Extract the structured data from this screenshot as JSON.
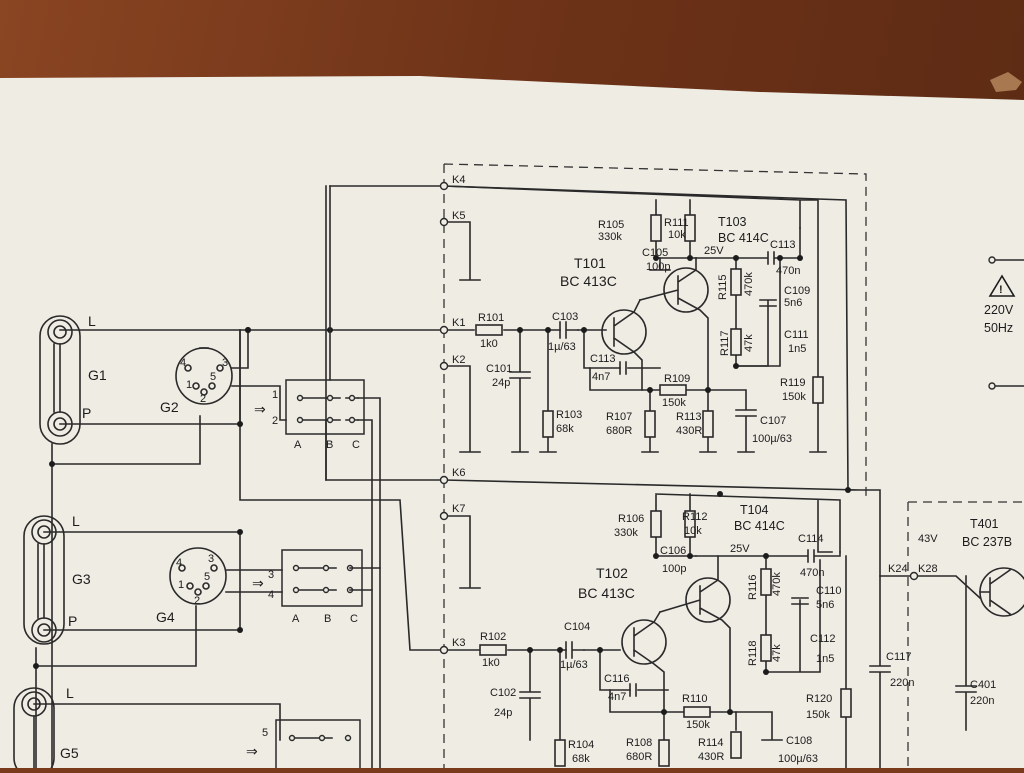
{
  "labels": {
    "K4": "K4",
    "K5": "K5",
    "K1": "K1",
    "K2": "K2",
    "K6": "K6",
    "K7": "K7",
    "K3": "K3",
    "K24": "K24",
    "K28": "K28",
    "R101": "R101",
    "R101v": "1k0",
    "C103": "C103",
    "C103v": "1µ/63",
    "C101": "C101",
    "C101v": "24p",
    "R103": "R103",
    "R103v": "68k",
    "C113": "C113",
    "C113v": "4n7",
    "R109": "R109",
    "R109v": "150k",
    "R107": "R107",
    "R107v": "680R",
    "R113": "R113",
    "R113v": "430R",
    "C107": "C107",
    "C107v": "100µ/63",
    "R105": "R105",
    "R105v": "330k",
    "R111": "R111",
    "R111v": "10k",
    "T103": "T103",
    "T103t": "BC 414C",
    "v25a": "25V",
    "C105": "C105",
    "C105v": "100p",
    "C113b": "C113",
    "C113bv": "470n",
    "R115": "R115",
    "R115v": "470k",
    "C109": "C109",
    "C109v": "5n6",
    "R117": "R117",
    "R117v": "47k",
    "C111": "C111",
    "C111v": "1n5",
    "R119": "R119",
    "R119v": "150k",
    "T101": "T101",
    "T101t": "BC 413C",
    "R102": "R102",
    "R102v": "1k0",
    "C104": "C104",
    "C104v": "1µ/63",
    "C102": "C102",
    "C102v": "24p",
    "R104": "R104",
    "R104v": "68k",
    "C116": "C116",
    "C116v": "4n7",
    "R110": "R110",
    "R110v": "150k",
    "R108": "R108",
    "R108v": "680R",
    "R114": "R114",
    "R114v": "430R",
    "C108": "C108",
    "C108v": "100µ/63",
    "R106": "R106",
    "R106v": "330k",
    "R112": "R112",
    "R112v": "10k",
    "T104": "T104",
    "T104t": "BC 414C",
    "v25b": "25V",
    "C106": "C106",
    "C106v": "100p",
    "C114": "C114",
    "C114v": "470n",
    "R116": "R116",
    "R116v": "470k",
    "C110": "C110",
    "C110v": "5n6",
    "R118": "R118",
    "R118v": "47k",
    "C112": "C112",
    "C112v": "1n5",
    "R120": "R120",
    "R120v": "150k",
    "T102": "T102",
    "T102t": "BC 413C",
    "G1": "G1",
    "G2": "G2",
    "G3": "G3",
    "G4": "G4",
    "G5": "G5",
    "L1": "L",
    "P1": "P",
    "L3": "L",
    "P3": "P",
    "L5": "L",
    "G2p1": "1",
    "G2p2": "2",
    "G2p3": "3",
    "G2p4": "4",
    "G2p5": "5",
    "G4p1": "1",
    "G4p2": "2",
    "G4p3": "3",
    "G4p4": "4",
    "G4p5": "5",
    "S1n1": "1",
    "S1n2": "2",
    "S1A": "A",
    "S1B": "B",
    "S1C": "C",
    "S2n1": "3",
    "S2n2": "4",
    "S2A": "A",
    "S2B": "B",
    "S2C": "C",
    "S3n1": "5",
    "C117": "C117",
    "C117v": "220n",
    "v43": "43V",
    "T401": "T401",
    "T401t": "BC 237B",
    "C401": "C401",
    "C401v": "220n",
    "mains1": "220V",
    "mains2": "50Hz"
  },
  "colors": {
    "paper": "#efece4",
    "ink": "#1c1c1c",
    "table": "#7a3a1c"
  },
  "icons": [
    "warning-triangle-icon",
    "arrow-right-icon",
    "npn-transistor-icon",
    "din-socket-icon",
    "jack-socket-icon"
  ]
}
